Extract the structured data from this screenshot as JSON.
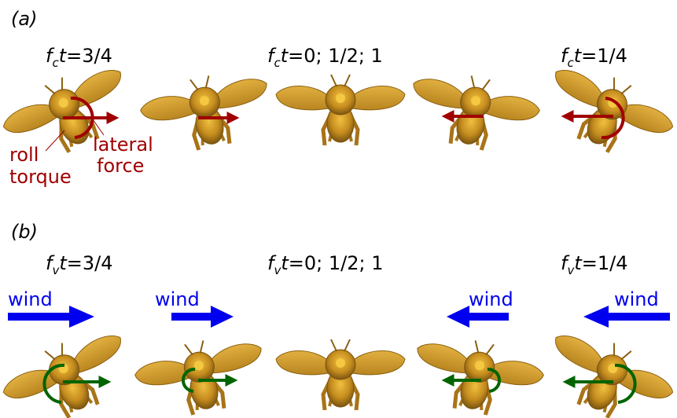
{
  "panel_a": {
    "label": "(a)",
    "time_labels": [
      {
        "var": "f",
        "sub": "c",
        "t": "t",
        "rest": "=3/4"
      },
      {
        "var": "f",
        "sub": "c",
        "t": "t",
        "rest": "=0; 1/2; 1"
      },
      {
        "var": "f",
        "sub": "c",
        "t": "t",
        "rest": "=1/4"
      }
    ],
    "annotations": {
      "roll_line1": "roll",
      "roll_line2": "torque",
      "lateral_line1": "lateral",
      "lateral_line2": "force"
    }
  },
  "panel_b": {
    "label": "(b)",
    "time_labels": [
      {
        "var": "f",
        "sub": "v",
        "t": "t",
        "rest": "=3/4"
      },
      {
        "var": "f",
        "sub": "v",
        "t": "t",
        "rest": "=0; 1/2; 1"
      },
      {
        "var": "f",
        "sub": "v",
        "t": "t",
        "rest": "=1/4"
      }
    ],
    "wind_labels": [
      "wind",
      "wind",
      "wind",
      "wind"
    ]
  },
  "colors": {
    "red": "#a00000",
    "green": "#006400",
    "blue": "#0000ee",
    "bee_body": "#c9962a",
    "bee_wing": "#cf9c30"
  }
}
